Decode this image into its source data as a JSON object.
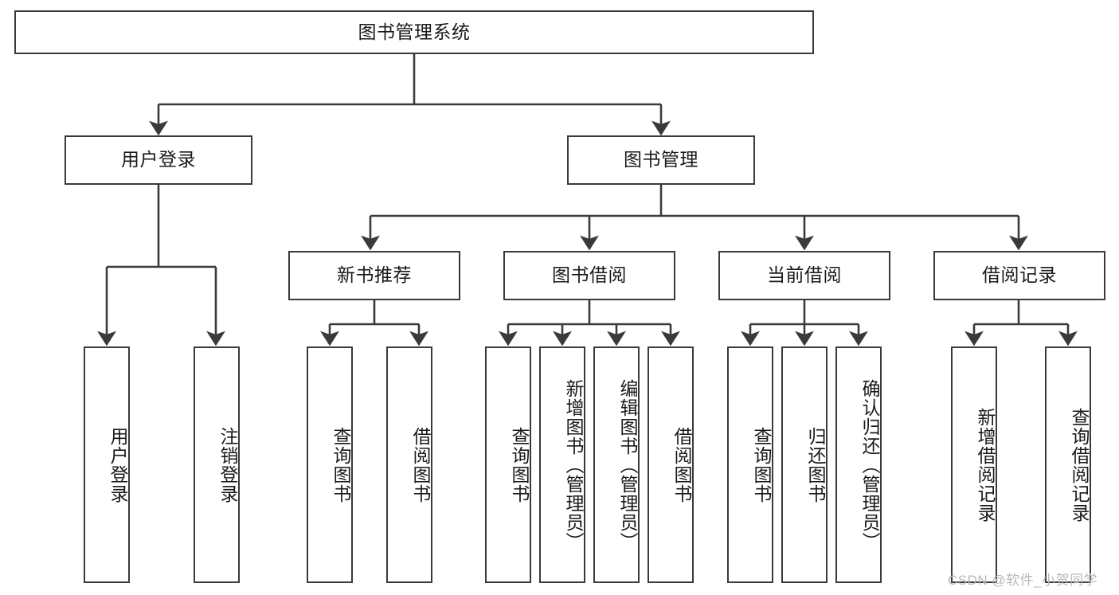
{
  "diagram": {
    "type": "tree-hierarchy",
    "title": "图书管理系统",
    "orientation": "top-down",
    "levels": 4,
    "root": {
      "label": "图书管理系统",
      "children": [
        {
          "label": "用户登录",
          "children": [
            {
              "label": "用户登录"
            },
            {
              "label": "注销登录"
            }
          ]
        },
        {
          "label": "图书管理",
          "children": [
            {
              "label": "新书推荐",
              "children": [
                {
                  "label": "查询图书"
                },
                {
                  "label": "借阅图书"
                }
              ]
            },
            {
              "label": "图书借阅",
              "children": [
                {
                  "label": "查询图书"
                },
                {
                  "label": "新增图书（管理员）"
                },
                {
                  "label": "编辑图书（管理员）"
                },
                {
                  "label": "借阅图书"
                }
              ]
            },
            {
              "label": "当前借阅",
              "children": [
                {
                  "label": "查询图书"
                },
                {
                  "label": "归还图书"
                },
                {
                  "label": "确认归还（管理员）"
                }
              ]
            },
            {
              "label": "借阅记录",
              "children": [
                {
                  "label": "新增借阅记录"
                },
                {
                  "label": "查询借阅记录"
                }
              ]
            }
          ]
        }
      ]
    }
  },
  "nodes": {
    "root": "图书管理系统",
    "l2": {
      "user_login": "用户登录",
      "book_mgmt": "图书管理"
    },
    "l3": {
      "new_book_rec": "新书推荐",
      "book_borrow": "图书借阅",
      "current_borrow": "当前借阅",
      "borrow_record": "借阅记录"
    },
    "leaf": {
      "user_login": "用户登录",
      "logout_login": "注销登录",
      "query_book_a": "查询图书",
      "borrow_book_a": "借阅图书",
      "query_book_b": "查询图书",
      "add_book_admin": "新增图书（管理员）",
      "edit_book_admin": "编辑图书（管理员）",
      "borrow_book_b": "借阅图书",
      "query_book_c": "查询图书",
      "return_book": "归还图书",
      "confirm_return_admin": "确认归还（管理员）",
      "add_borrow_record": "新增借阅记录",
      "query_borrow_record": "查询借阅记录"
    }
  },
  "colors": {
    "border": "#3a3a3a",
    "background": "#ffffff",
    "text": "#1a1a1a",
    "edge": "#3a3a3a",
    "watermark": "#b9b9b9"
  },
  "watermark": {
    "text": "CSDN @软件_小贺同学"
  }
}
